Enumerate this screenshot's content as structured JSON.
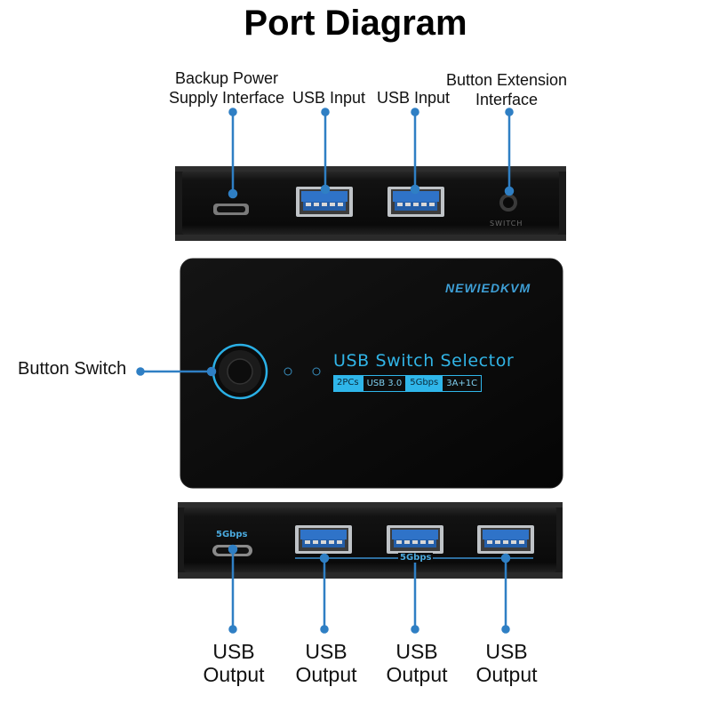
{
  "title": "Port Diagram",
  "top_labels": {
    "backup_power": [
      "Backup Power",
      "Supply Interface"
    ],
    "usb_input_1": "USB Input",
    "usb_input_2": "USB Input",
    "button_extension": [
      "Button Extension",
      "Interface"
    ]
  },
  "side_label": "Button Switch",
  "device": {
    "brand": "NEWIEDKVM",
    "selector_title": "USB Switch Selector",
    "chips": [
      "2PCs",
      "USB 3.0",
      "5Gbps",
      "3A+1C"
    ],
    "top_port_text": "SWITCH",
    "bottom_typec_label": "5Gbps",
    "bottom_usb_label": "5Gbps"
  },
  "bottom_labels": [
    [
      "USB",
      "Output"
    ],
    [
      "USB",
      "Output"
    ],
    [
      "USB",
      "Output"
    ],
    [
      "USB",
      "Output"
    ]
  ],
  "colors": {
    "leader": "#2f7fc4",
    "usb_blue": "#2f73c8",
    "device_body": "#0c0c0c",
    "accent": "#31b4e6"
  }
}
